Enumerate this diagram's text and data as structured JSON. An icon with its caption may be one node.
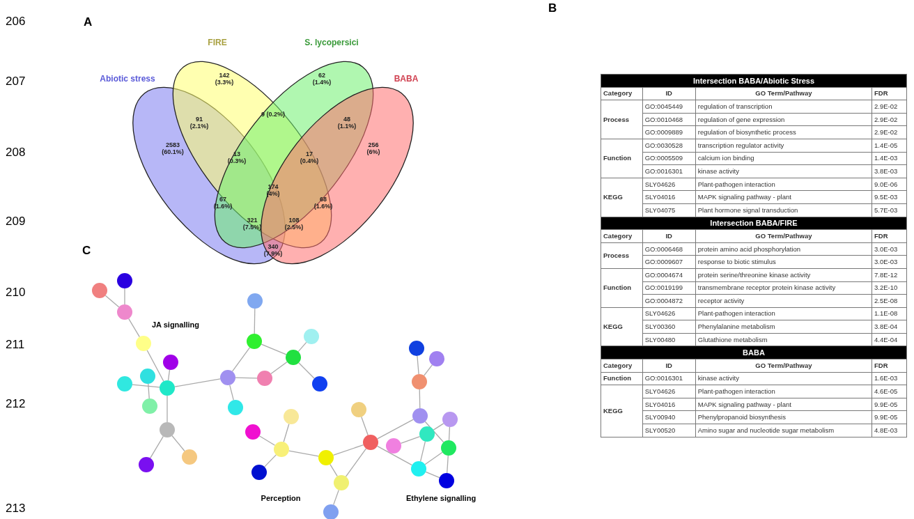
{
  "diagram": {
    "nodes": [
      {
        "text": [],
        "shape": "circle"
      },
      {
        "text": [],
        "shape": "circle"
      },
      {
        "text": [],
        "shape": "circle"
      },
      {
        "text": [],
        "shape": "circle"
      },
      {
        "text": [],
        "shape": "circle"
      },
      {
        "text": [],
        "shape": "circle"
      },
      {
        "text": [],
        "shape": "circle"
      },
      {
        "text": [],
        "shape": "circle"
      },
      {
        "text": [],
        "shape": "circle"
      },
      {
        "text": [],
        "shape": "circle"
      },
      {
        "text": [],
        "shape": "circle"
      },
      {
        "text": [],
        "shape": "circle"
      },
      {
        "text": [],
        "shape": "circle"
      },
      {
        "text": [],
        "shape": "circle"
      },
      {
        "text": [],
        "shape": "circle"
      },
      {
        "text": [],
        "shape": "circle"
      },
      {
        "text": [],
        "shape": "circle"
      },
      {
        "text": [],
        "shape": "circle"
      },
      {
        "text": [],
        "shape": "circle"
      },
      {
        "text": [],
        "shape": "circle"
      },
      {
        "text": [],
        "shape": "circle"
      },
      {
        "text": [],
        "shape": "circle"
      },
      {
        "text": [],
        "shape": "circle"
      },
      {
        "text": [],
        "shape": "circle"
      },
      {
        "text": [],
        "shape": "circle"
      },
      {
        "text": [],
        "shape": "circle"
      },
      {
        "text": [],
        "shape": "circle"
      },
      {
        "text": [],
        "shape": "circle"
      },
      {
        "text": [],
        "shape": "circle"
      },
      {
        "text": [],
        "shape": "circle"
      },
      {
        "text": [],
        "shape": "circle"
      },
      {
        "text": [],
        "shape": "circle"
      },
      {
        "text": [],
        "shape": "circle"
      },
      {
        "text": [],
        "shape": "circle"
      },
      {
        "text": [],
        "shape": "circle"
      },
      {
        "text": [],
        "shape": "circle"
      },
      {
        "text": [],
        "shape": "circle"
      },
      {
        "text": [],
        "shape": "circle"
      },
      {
        "text": [],
        "shape": "circle"
      }
    ],
    "edges": [
      {
        "from": 0,
        "to": 2,
        "arrow": "none"
      },
      {
        "from": 1,
        "to": 2,
        "arrow": "none"
      },
      {
        "from": 2,
        "to": 3,
        "arrow": "none"
      },
      {
        "from": 3,
        "to": 7,
        "arrow": "none"
      },
      {
        "from": 4,
        "to": 7,
        "arrow": "none"
      },
      {
        "from": 6,
        "to": 7,
        "arrow": "none"
      },
      {
        "from": 5,
        "to": 8,
        "arrow": "none"
      },
      {
        "from": 7,
        "to": 9,
        "arrow": "none"
      },
      {
        "from": 9,
        "to": 10,
        "arrow": "none"
      },
      {
        "from": 9,
        "to": 11,
        "arrow": "none"
      },
      {
        "from": 7,
        "to": 12,
        "arrow": "none"
      },
      {
        "from": 12,
        "to": 14,
        "arrow": "none"
      },
      {
        "from": 12,
        "to": 15,
        "arrow": "none"
      },
      {
        "from": 12,
        "to": 16,
        "arrow": "none"
      },
      {
        "from": 13,
        "to": 14,
        "arrow": "none"
      },
      {
        "from": 14,
        "to": 17,
        "arrow": "none"
      },
      {
        "from": 15,
        "to": 17,
        "arrow": "none"
      },
      {
        "from": 17,
        "to": 18,
        "arrow": "none"
      },
      {
        "from": 17,
        "to": 19,
        "arrow": "none"
      },
      {
        "from": 20,
        "to": 22,
        "arrow": "none"
      },
      {
        "from": 21,
        "to": 22,
        "arrow": "none"
      },
      {
        "from": 22,
        "to": 23,
        "arrow": "none"
      },
      {
        "from": 22,
        "to": 24,
        "arrow": "none"
      },
      {
        "from": 24,
        "to": 25,
        "arrow": "none"
      },
      {
        "from": 24,
        "to": 28,
        "arrow": "none"
      },
      {
        "from": 25,
        "to": 26,
        "arrow": "none"
      },
      {
        "from": 25,
        "to": 28,
        "arrow": "none"
      },
      {
        "from": 27,
        "to": 28,
        "arrow": "none"
      },
      {
        "from": 28,
        "to": 30,
        "arrow": "none"
      },
      {
        "from": 28,
        "to": 37,
        "arrow": "none"
      },
      {
        "from": 29,
        "to": 35,
        "arrow": "none"
      },
      {
        "from": 30,
        "to": 31,
        "arrow": "none"
      },
      {
        "from": 31,
        "to": 32,
        "arrow": "none"
      },
      {
        "from": 31,
        "to": 33,
        "arrow": "none"
      },
      {
        "from": 30,
        "to": 36,
        "arrow": "none"
      },
      {
        "from": 34,
        "to": 35,
        "arrow": "none"
      },
      {
        "from": 34,
        "to": 36,
        "arrow": "none"
      },
      {
        "from": 35,
        "to": 37,
        "arrow": "none"
      },
      {
        "from": 36,
        "to": 37,
        "arrow": "none"
      },
      {
        "from": 36,
        "to": 38,
        "arrow": "none"
      },
      {
        "from": 37,
        "to": 38,
        "arrow": "none"
      }
    ],
    "labels": [
      "A",
      "B",
      "FIRE",
      "S. lycopersici",
      "Abiotic stress",
      "142 (3.3%)",
      "62 (1.4%)",
      "BABA",
      "91 (2.1%)",
      "9 (0.2%)",
      "48 (1.1%)",
      "2583 (60.1%)",
      "13 (0.3%)",
      "17 (0.4%)",
      "256 (6%)",
      "67 (1.6%)",
      "174 (4%)",
      "68 (1.6%)",
      "321 (7.5%)",
      "108 (2.5%)",
      "340 (7.9%)",
      "C",
      "JA signalling",
      "Perception",
      "Ethylene signalling",
      "206",
      "207",
      "208",
      "209",
      "210",
      "211",
      "212",
      "213",
      "Intersection BABA/Abiotic Stress",
      "Category",
      "ID",
      "GO Term/Pathway",
      "FDR",
      "Process",
      "GO:0045449",
      "regulation of transcription",
      "2.9E-02",
      "GO:0010468",
      "regulation of gene expression",
      "2.9E-02",
      "GO:0009889",
      "regulation of biosynthetic process",
      "2.9E-02",
      "Function",
      "GO:0030528",
      "transcription regulator activity",
      "1.4E-05",
      "GO:0005509",
      "calcium ion binding",
      "1.4E-03",
      "GO:0016301",
      "kinase activity",
      "3.8E-03",
      "KEGG",
      "SLY04626",
      "Plant-pathogen interaction",
      "9.0E-06",
      "SLY04016",
      "MAPK signaling pathway - plant",
      "9.5E-03",
      "SLY04075",
      "Plant hormone signal transduction",
      "5.7E-03",
      "Intersection BABA/FIRE",
      "Category",
      "ID",
      "GO Term/Pathway",
      "FDR",
      "Process",
      "GO:0006468",
      "protein amino acid phosphorylation",
      "3.0E-03",
      "GO:0009607",
      "response to biotic stimulus",
      "3.0E-03",
      "Function",
      "GO:0004674",
      "protein serine/threonine kinase activity",
      "7.8E-12",
      "GO:0019199",
      "transmembrane receptor protein kinase activity",
      "3.2E-10",
      "GO:0004872",
      "receptor activity",
      "2.5E-08",
      "KEGG",
      "SLY04626",
      "Plant-pathogen interaction",
      "1.1E-08",
      "SLY00360",
      "Phenylalanine metabolism",
      "3.8E-04",
      "SLY00480",
      "Glutathione metabolism",
      "4.4E-04",
      "BABA",
      "Category",
      "ID",
      "GO Term/Pathway",
      "FDR",
      "Function",
      "GO:0016301",
      "kinase activity",
      "1.6E-03",
      "KEGG",
      "SLY04626",
      "Plant-pathogen interaction",
      "4.6E-05",
      "SLY04016",
      "MAPK signaling pathway - plant",
      "9.9E-05",
      "SLY00940",
      "Phenylpropanoid biosynthesis",
      "9.9E-05",
      "SLY00520",
      "Amino sugar and nucleotide sugar metabolism",
      "4.8E-03"
    ]
  }
}
